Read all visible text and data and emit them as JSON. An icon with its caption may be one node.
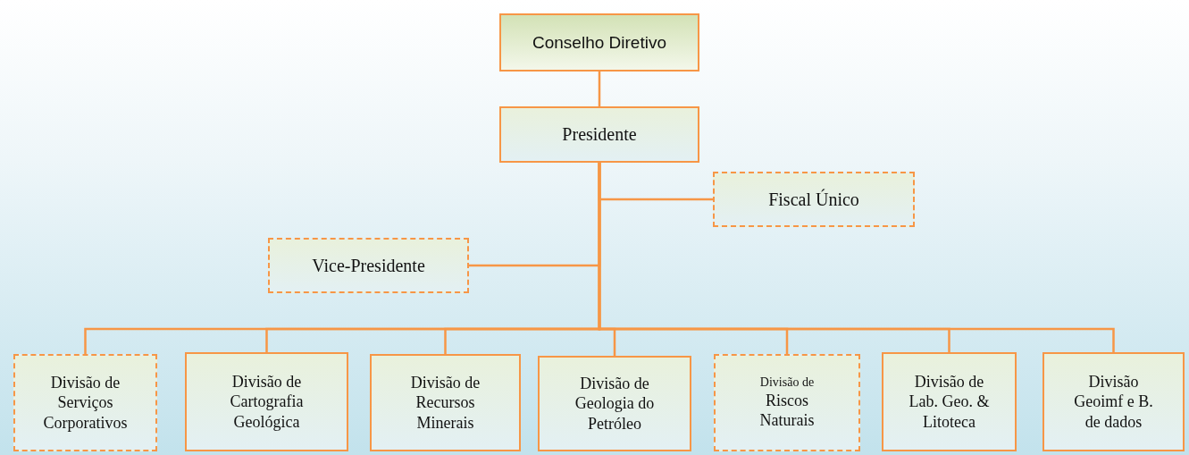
{
  "diagram": {
    "nodes": [
      {
        "text": [
          "Conselho Diretivo"
        ]
      },
      {
        "text": [
          "Presidente"
        ]
      },
      {
        "text": [
          "Fiscal Único"
        ]
      },
      {
        "text": [
          "Vice-Presidente"
        ]
      },
      {
        "text": [
          "Divisão de Serviços Corporativos"
        ]
      },
      {
        "text": [
          "Divisão de Cartografia Geológica"
        ]
      },
      {
        "text": [
          "Divisão de Recursos Minerais"
        ]
      },
      {
        "text": [
          "Divisão de Geologia do Petróleo"
        ]
      },
      {
        "text": [
          "Divisão de",
          "Riscos Naturais"
        ]
      },
      {
        "text": [
          "Divisão de Lab. Geo. & Litoteca"
        ]
      },
      {
        "text": [
          "Divisão Geoimf e B. de dados"
        ]
      }
    ],
    "edges": [
      {
        "from": 0,
        "to": 1,
        "arrow": "none"
      },
      {
        "from": 1,
        "to": 2,
        "arrow": "none"
      },
      {
        "from": 1,
        "to": 3,
        "arrow": "none"
      },
      {
        "from": 1,
        "to": 4,
        "arrow": "none"
      },
      {
        "from": 1,
        "to": 5,
        "arrow": "none"
      },
      {
        "from": 1,
        "to": 6,
        "arrow": "none"
      },
      {
        "from": 1,
        "to": 7,
        "arrow": "none"
      },
      {
        "from": 1,
        "to": 8,
        "arrow": "none"
      },
      {
        "from": 1,
        "to": 9,
        "arrow": "none"
      },
      {
        "from": 1,
        "to": 10,
        "arrow": "none"
      }
    ]
  }
}
